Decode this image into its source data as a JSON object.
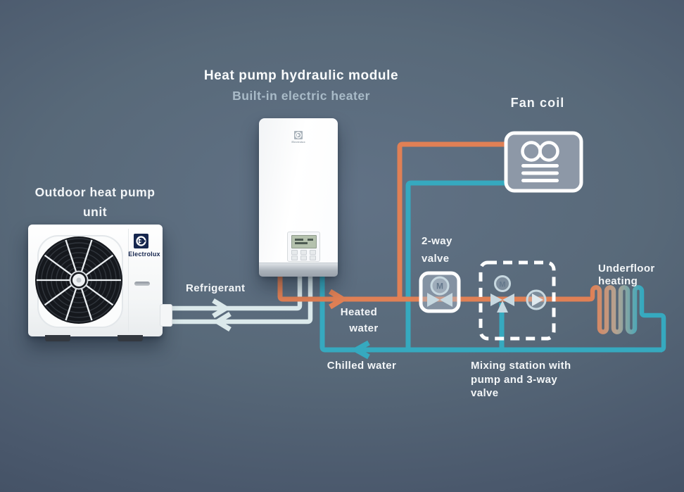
{
  "title": {
    "line1": "Heat pump hydraulic module",
    "line2": "Built-in electric heater"
  },
  "labels": {
    "outdoor": [
      "Outdoor heat pump",
      "unit"
    ],
    "fan_coil": "Fan coil",
    "refrigerant": "Refrigerant",
    "heated": [
      "Heated",
      "water"
    ],
    "chilled": "Chilled water",
    "two_way": [
      "2-way",
      "valve"
    ],
    "underfloor": [
      "Underfloor",
      "heating"
    ],
    "mixing": [
      "Mixing station with",
      "pump and 3-way",
      "valve"
    ]
  },
  "equipment": {
    "brand": "Electrolux",
    "motor_letter": "M"
  },
  "colors": {
    "background_center": "#617286",
    "background_edge": "#3a475b",
    "refrigerant_pipe": "#dbe9eb",
    "heated_water": "#e08055",
    "chilled_water": "#36a9bf",
    "coil_mid": "#b3a393",
    "box_fill": "#8d98a7",
    "valve_symbol": "#c7d8e0",
    "white": "#ffffff",
    "brand_navy": "#16264e",
    "subtitle_text": "#a9bbc8"
  }
}
